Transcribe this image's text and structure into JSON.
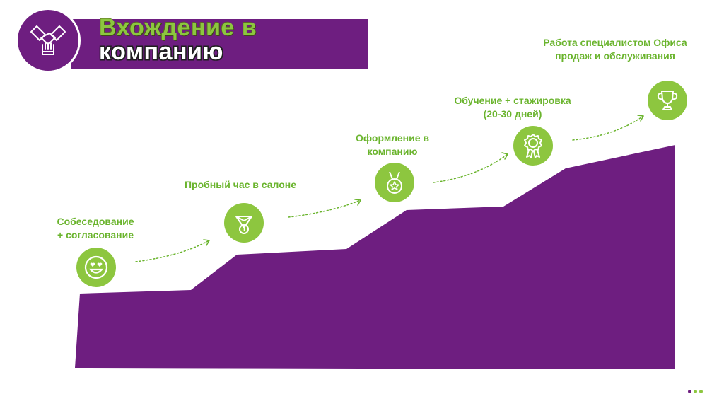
{
  "header": {
    "title_line1": "Вхождение в",
    "title_line2": "компанию",
    "logo_icon": "handshake-hands-icon"
  },
  "steps": [
    {
      "label": "Собеседование\n+ согласование",
      "icon": "smiley-heart-eyes-icon"
    },
    {
      "label": "Пробный час в салоне",
      "icon": "diamond-medal-icon"
    },
    {
      "label": "Оформление в\nкомпанию",
      "icon": "star-medal-icon"
    },
    {
      "label": "Обучение + стажировка\n(20-30 дней)",
      "icon": "award-rosette-icon"
    },
    {
      "label": "Работа специалистом Офиса\nпродаж и обслуживания",
      "icon": "trophy-cup-icon"
    }
  ],
  "colors": {
    "purple": "#6e1e80",
    "green": "#8dc63f",
    "green_text": "#6ab42d"
  },
  "pagination_dots": [
    "#6e1e80",
    "#8dc63f",
    "#8dc63f"
  ]
}
